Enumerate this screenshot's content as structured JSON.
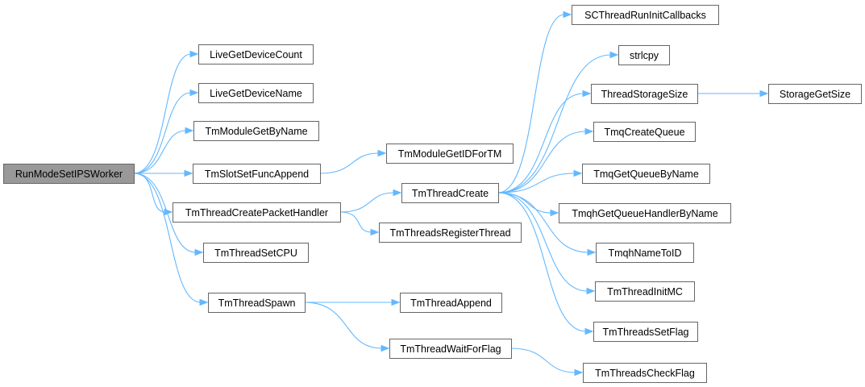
{
  "graph": {
    "nodes": {
      "n0": "RunModeSetIPSWorker",
      "n1": "LiveGetDeviceCount",
      "n2": "LiveGetDeviceName",
      "n3": "TmModuleGetByName",
      "n4": "TmSlotSetFuncAppend",
      "n5": "TmThreadCreatePacketHandler",
      "n6": "TmThreadSetCPU",
      "n7": "TmThreadSpawn",
      "n8": "TmModuleGetIDForTM",
      "n9": "TmThreadCreate",
      "n10": "TmThreadsRegisterThread",
      "n11": "TmThreadAppend",
      "n12": "TmThreadWaitForFlag",
      "n13": "SCThreadRunInitCallbacks",
      "n14": "strlcpy",
      "n15": "ThreadStorageSize",
      "n16": "TmqCreateQueue",
      "n17": "TmqGetQueueByName",
      "n18": "TmqhGetQueueHandlerByName",
      "n19": "TmqhNameToID",
      "n20": "TmThreadInitMC",
      "n21": "TmThreadsSetFlag",
      "n22": "TmThreadsCheckFlag",
      "n23": "StorageGetSize"
    },
    "edges": [
      [
        "n0",
        "n1"
      ],
      [
        "n0",
        "n2"
      ],
      [
        "n0",
        "n3"
      ],
      [
        "n0",
        "n4"
      ],
      [
        "n0",
        "n5"
      ],
      [
        "n0",
        "n6"
      ],
      [
        "n0",
        "n7"
      ],
      [
        "n4",
        "n8"
      ],
      [
        "n5",
        "n9"
      ],
      [
        "n5",
        "n10"
      ],
      [
        "n7",
        "n11"
      ],
      [
        "n7",
        "n12"
      ],
      [
        "n9",
        "n13"
      ],
      [
        "n9",
        "n14"
      ],
      [
        "n9",
        "n15"
      ],
      [
        "n9",
        "n16"
      ],
      [
        "n9",
        "n17"
      ],
      [
        "n9",
        "n18"
      ],
      [
        "n9",
        "n19"
      ],
      [
        "n9",
        "n20"
      ],
      [
        "n9",
        "n21"
      ],
      [
        "n12",
        "n22"
      ],
      [
        "n15",
        "n23"
      ]
    ],
    "root": "n0",
    "colors": {
      "edge": "#63b8ff",
      "root_fill": "#999999",
      "node_stroke": "#666666"
    }
  }
}
